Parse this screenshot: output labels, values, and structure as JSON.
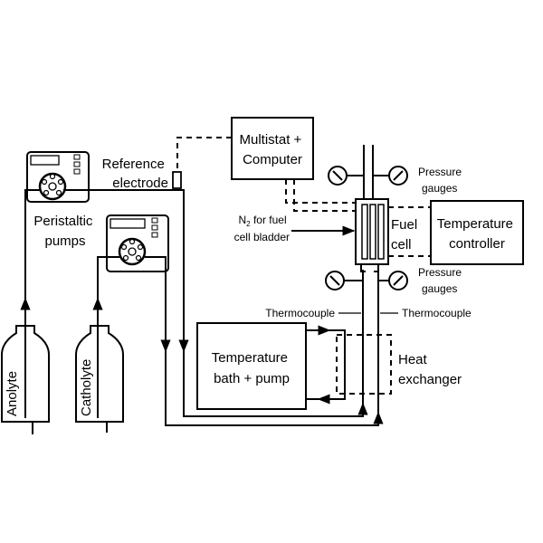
{
  "labels": {
    "multistat": [
      "Multistat +",
      "Computer"
    ],
    "reference": [
      "Reference",
      "electrode"
    ],
    "peristaltic": [
      "Peristaltic",
      "pumps"
    ],
    "n2": [
      "N",
      "2",
      " for fuel",
      "cell bladder"
    ],
    "fuel_cell": [
      "Fuel",
      "cell"
    ],
    "temp_controller": [
      "Temperature",
      "controller"
    ],
    "pressure_top": [
      "Pressure",
      "gauges"
    ],
    "pressure_bottom": [
      "Pressure",
      "gauges"
    ],
    "thermocouple_left": "Thermocouple",
    "thermocouple_right": "Thermocouple",
    "temp_bath": [
      "Temperature",
      "bath + pump"
    ],
    "heat_exchanger": [
      "Heat",
      "exchanger"
    ],
    "anolyte": "Anolyte",
    "catholyte": "Catholyte"
  }
}
